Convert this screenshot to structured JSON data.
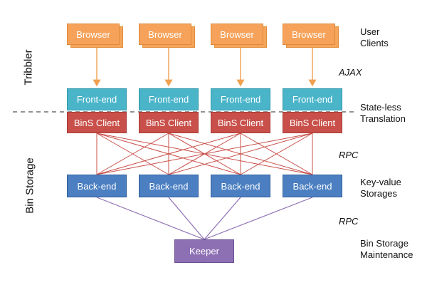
{
  "layers": {
    "browsers": [
      "Browser",
      "Browser",
      "Browser",
      "Browser"
    ],
    "frontends": [
      "Front-end",
      "Front-end",
      "Front-end",
      "Front-end"
    ],
    "bins_clients": [
      "BinS Client",
      "BinS Client",
      "BinS Client",
      "BinS Client"
    ],
    "backends": [
      "Back-end",
      "Back-end",
      "Back-end",
      "Back-end"
    ],
    "keeper": "Keeper"
  },
  "side_labels": {
    "tribbler": "Tribbler",
    "bin_storage": "Bin Storage"
  },
  "right_labels": {
    "user_clients_1": "User",
    "user_clients_2": "Clients",
    "ajax": "AJAX",
    "stateless_1": "State-less",
    "stateless_2": "Translation",
    "rpc_1": "RPC",
    "kv_1": "Key-value",
    "kv_2": "Storages",
    "rpc_2": "RPC",
    "bsm_1": "Bin Storage",
    "bsm_2": "Maintenance"
  },
  "colors": {
    "browser": "#f6a25a",
    "frontend": "#4ab5c9",
    "bins_client": "#c9504a",
    "backend": "#4b7fc1",
    "keeper": "#8d6fb4",
    "browser_arrow": "#f0a050",
    "rpc_mesh": "#c9504a",
    "keeper_lines": "#8d6fb4",
    "divider": "#555555"
  }
}
